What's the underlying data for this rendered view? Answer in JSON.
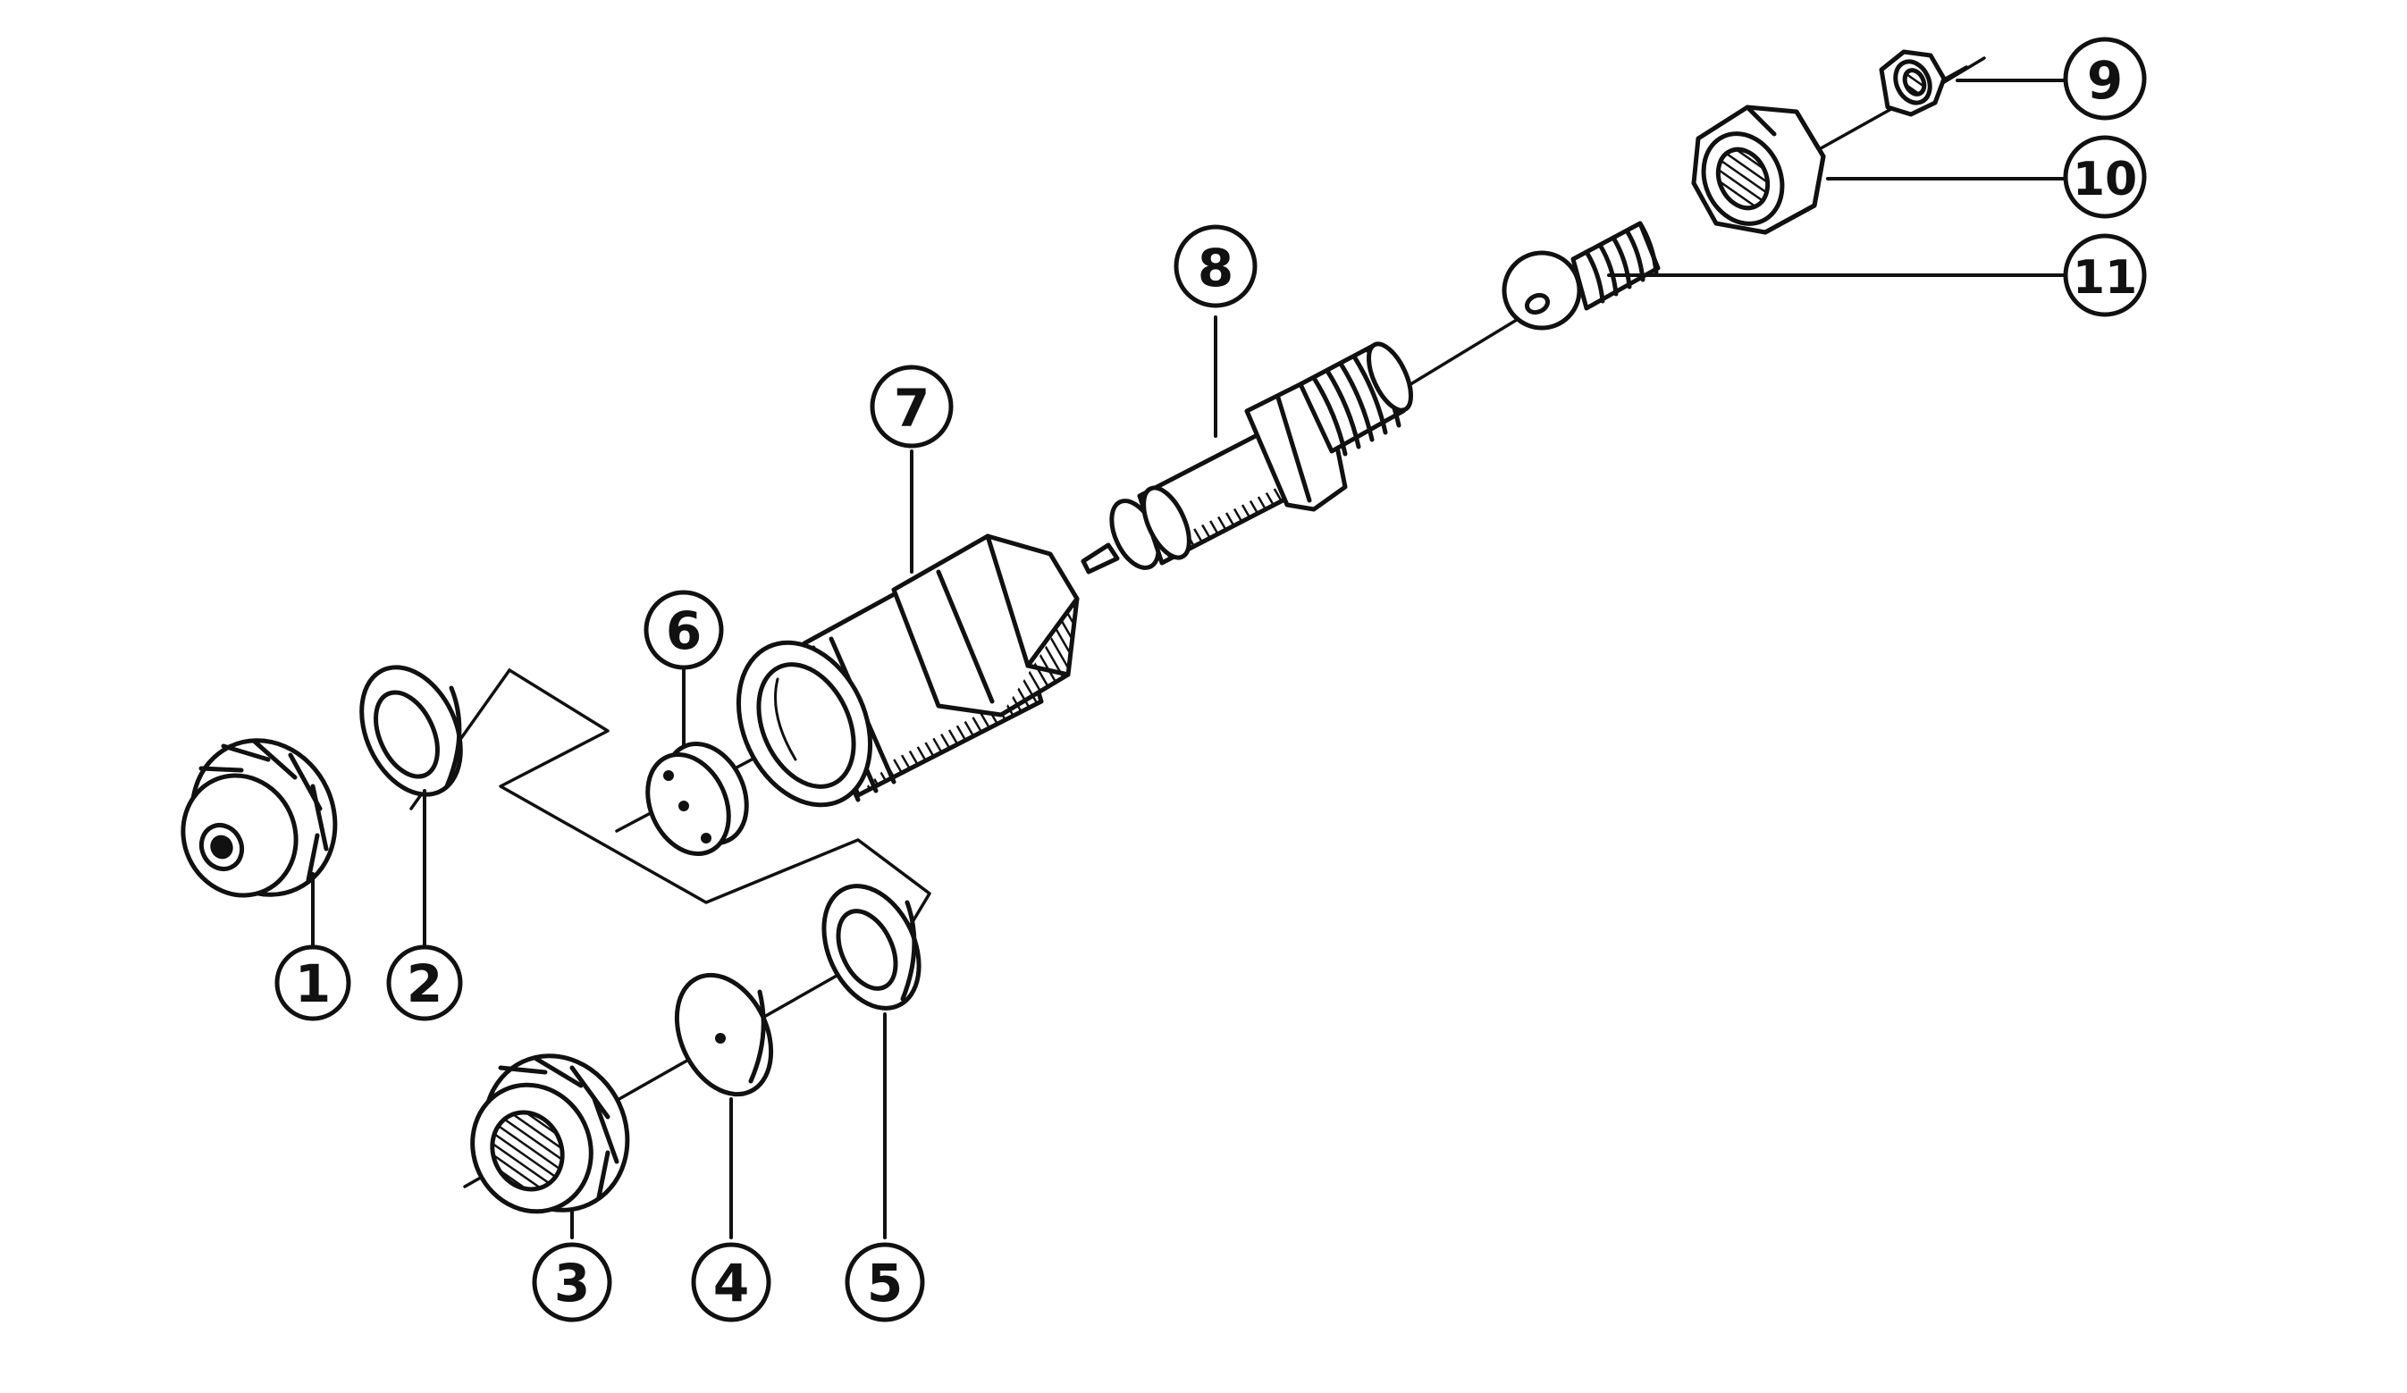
{
  "colors": {
    "ink": "#111111",
    "paper": "#ffffff"
  },
  "callouts": {
    "c1": "1",
    "c2": "2",
    "c3": "3",
    "c4": "4",
    "c5": "5",
    "c6": "6",
    "c7": "7",
    "c8": "8",
    "c9": "9",
    "c10": "10",
    "c11": "11"
  }
}
